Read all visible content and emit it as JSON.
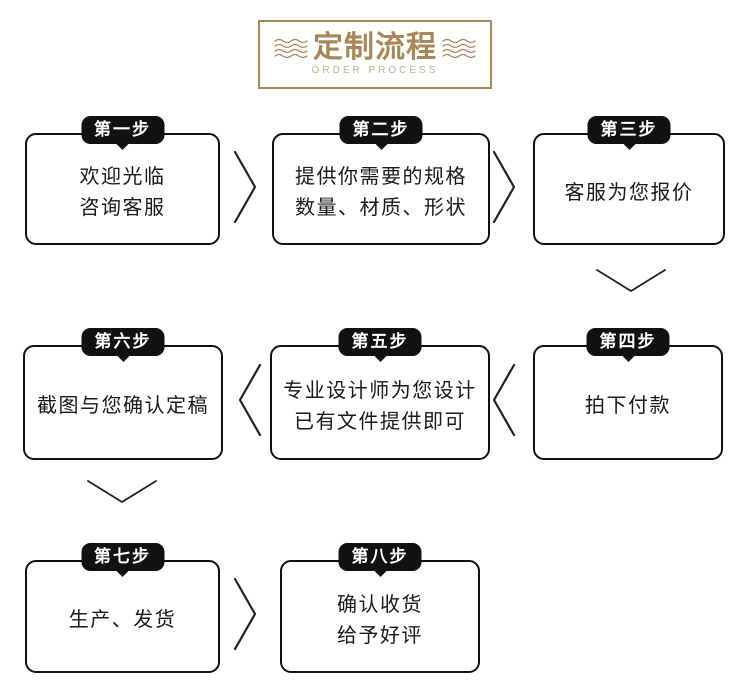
{
  "header": {
    "title": "定制流程",
    "subtitle": "ORDER PROCESS",
    "accent_color": "#a6875a",
    "wave_icon": "wave-lines"
  },
  "steps": [
    {
      "tag": "第一步",
      "text": "欢迎光临\n咨询客服"
    },
    {
      "tag": "第二步",
      "text": "提供你需要的规格\n数量、材质、形状"
    },
    {
      "tag": "第三步",
      "text": "客服为您报价"
    },
    {
      "tag": "第四步",
      "text": "拍下付款"
    },
    {
      "tag": "第五步",
      "text": "专业设计师为您设计\n已有文件提供即可"
    },
    {
      "tag": "第六步",
      "text": "截图与您确认定稿"
    },
    {
      "tag": "第七步",
      "text": "生产、发货"
    },
    {
      "tag": "第八步",
      "text": "确认收货\n给予好评"
    }
  ],
  "flow": {
    "row1": [
      "第一步",
      "第二步",
      "第三步"
    ],
    "row2": [
      "第六步",
      "第五步",
      "第四步"
    ],
    "row3": [
      "第七步",
      "第八步"
    ],
    "direction": "1→2→3 ↓ 4→5→6 ↓ 7→8"
  },
  "colors": {
    "box_border": "#111111",
    "tag_background": "#111111",
    "tag_text": "#ffffff",
    "body_text": "#1a1a1a",
    "arrow": "#222222",
    "background": "#ffffff"
  }
}
